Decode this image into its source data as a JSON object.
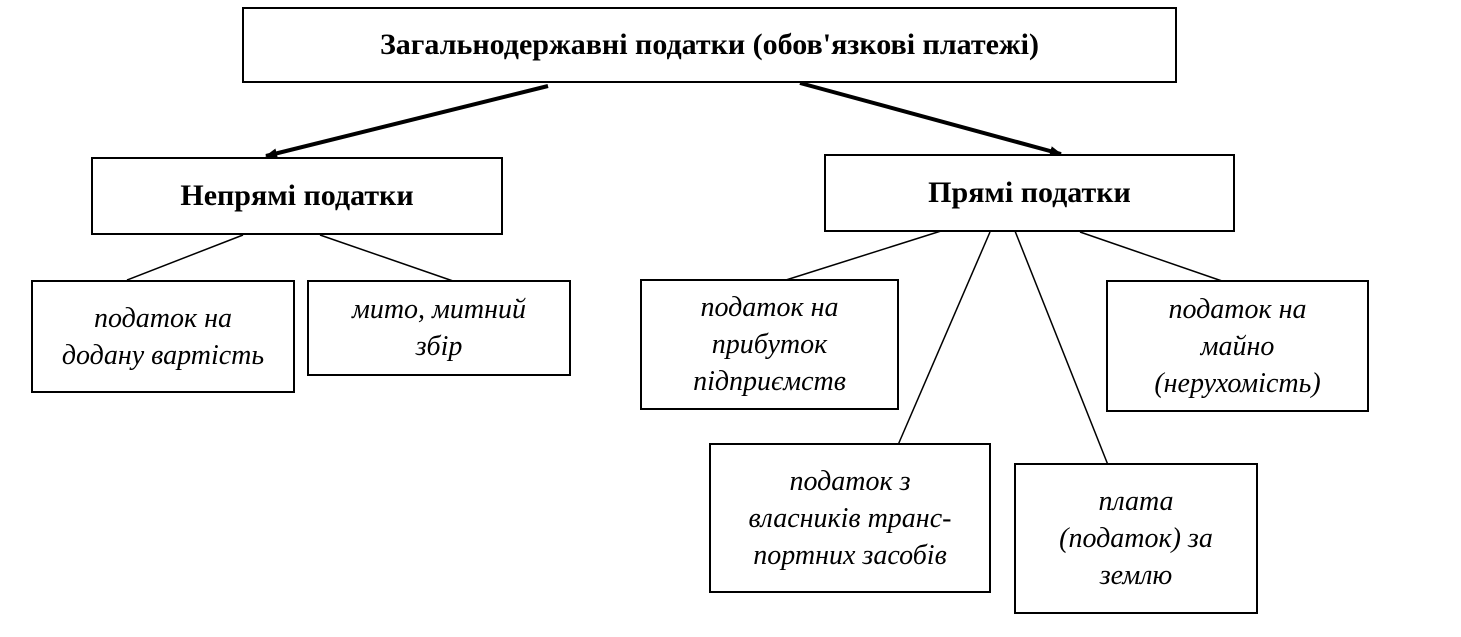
{
  "diagram": {
    "root": "Загальнодержавні податки (обов'язкові платежі)",
    "indirect": {
      "title": "Непрямі податки",
      "items": [
        "податок на\nдодану вартість",
        "мито, митний\nзбір"
      ]
    },
    "direct": {
      "title": "Прямі податки",
      "items": [
        "податок на\nприбуток\nпідприємств",
        "податок з\nвласників транс-\nпортних засобів",
        "плата\n(податок) за\nземлю",
        "податок на\nмайно\n(нерухомість)"
      ]
    }
  }
}
